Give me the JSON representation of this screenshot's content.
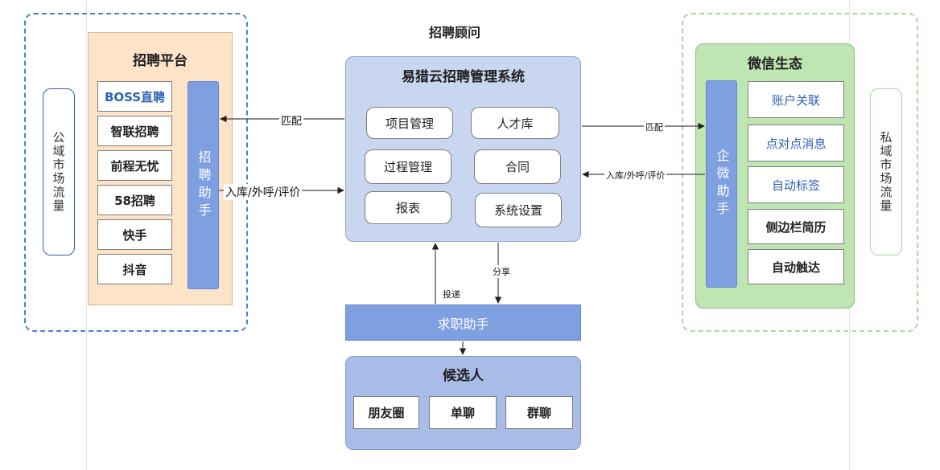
{
  "top_label": "招聘顾问",
  "public_traffic": "公域市场流量",
  "private_traffic": "私域市场流量",
  "platform": {
    "title": "招聘平台",
    "items": [
      "BOSS直聘",
      "智联招聘",
      "前程无忧",
      "58招聘",
      "快手",
      "抖音"
    ],
    "assistant": "招聘助手"
  },
  "system": {
    "title": "易猎云招聘管理系统",
    "items": [
      "项目管理",
      "人才库",
      "过程管理",
      "合同",
      "报表",
      "系统设置"
    ]
  },
  "wechat": {
    "title": "微信生态",
    "assistant": "企微助手",
    "items": [
      "账户关联",
      "点对点消息",
      "自动标签",
      "侧边栏简历",
      "自动触达"
    ]
  },
  "job_assistant": "求职助手",
  "candidates": {
    "title": "候选人",
    "items": [
      "朋友圈",
      "单聊",
      "群聊"
    ]
  },
  "edges": {
    "match_left": "匹配",
    "ingest_left": "入库/外呼/评价",
    "match_right": "匹配",
    "ingest_right": "入库/外呼/评价",
    "share": "分享",
    "deliver": "投递"
  },
  "colors": {
    "accent_blue": "#7e9fe0",
    "link_blue": "#2e62b8",
    "platform_bg": "#fde3c8",
    "system_bg": "#c8d6ef",
    "wechat_bg": "#bfe6b2",
    "candidate_bg": "#a9bce8"
  }
}
